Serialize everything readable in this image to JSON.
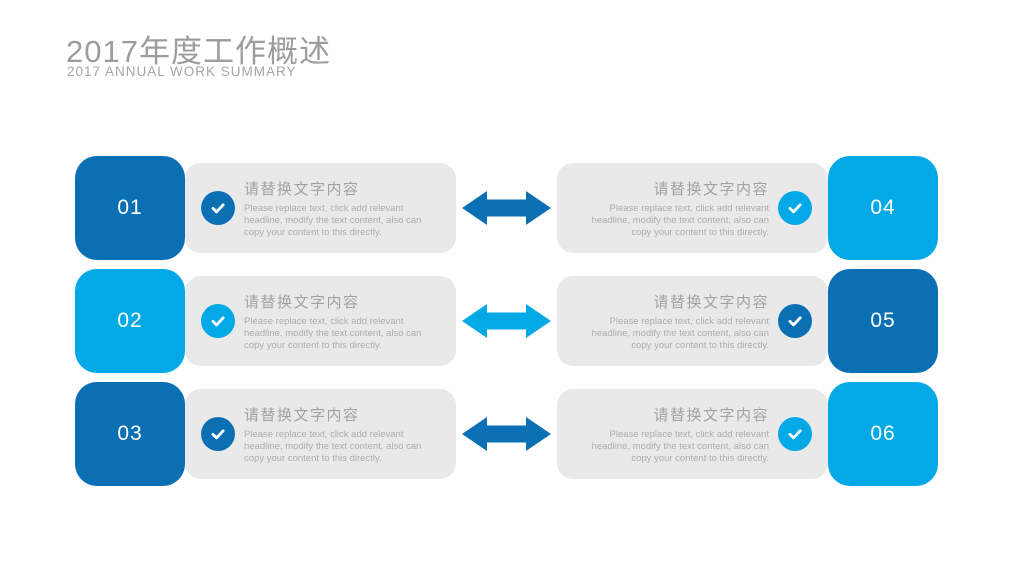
{
  "slide": {
    "title": "2017年度工作概述",
    "subtitle": "2017 ANNUAL WORK SUMMARY"
  },
  "colors": {
    "dark_blue": "#0b6fb4",
    "light_blue": "#03a9e6",
    "card_background": "#e9e9e9",
    "title_gray": "#9c9c9c",
    "body_text_gray": "#adadad"
  },
  "icons": {
    "check": "check-icon",
    "arrow": "double-headed-arrow-icon"
  },
  "rows": [
    {
      "left": {
        "number": "01",
        "accent": "dark",
        "heading": "请替换文字内容",
        "body": "Please replace text, click add relevant headline, modify the text content, also can copy your content to this directly."
      },
      "arrow": {
        "accent": "dark"
      },
      "right": {
        "number": "04",
        "accent": "light",
        "heading": "请替换文字内容",
        "body": "Please replace text, click add relevant headline, modify the text content, also can copy your content to this directly."
      }
    },
    {
      "left": {
        "number": "02",
        "accent": "light",
        "heading": "请替换文字内容",
        "body": "Please replace text, click add relevant headline, modify the text content, also can copy your content to this directly."
      },
      "arrow": {
        "accent": "light"
      },
      "right": {
        "number": "05",
        "accent": "dark",
        "heading": "请替换文字内容",
        "body": "Please replace text, click add relevant headline, modify the text content, also can copy your content to this directly."
      }
    },
    {
      "left": {
        "number": "03",
        "accent": "dark",
        "heading": "请替换文字内容",
        "body": "Please replace text, click add relevant headline, modify the text content, also can copy your content to this directly."
      },
      "arrow": {
        "accent": "dark"
      },
      "right": {
        "number": "06",
        "accent": "light",
        "heading": "请替换文字内容",
        "body": "Please replace text, click add relevant headline, modify the text content, also can copy your content to this directly."
      }
    }
  ]
}
